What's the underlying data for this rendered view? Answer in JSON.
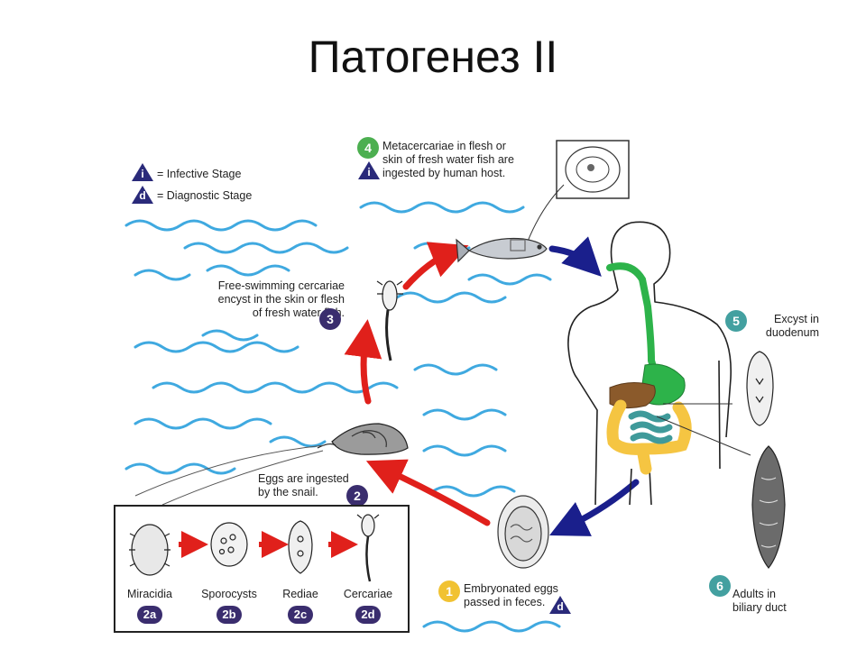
{
  "title": "Патогенез II",
  "legend": {
    "infective_symbol": "i",
    "infective_text": "= Infective Stage",
    "diagnostic_symbol": "d",
    "diagnostic_text": "= Diagnostic Stage"
  },
  "steps": {
    "s1": {
      "num": "1",
      "text": "Embryonated eggs\npassed in feces."
    },
    "s2": {
      "num": "2",
      "text": "Eggs are ingested\nby the snail."
    },
    "s3": {
      "num": "3",
      "text": "Free-swimming cercariae\nencyst in the skin or flesh\nof fresh water fish."
    },
    "s4": {
      "num": "4",
      "text": "Metacercariae in flesh or\nskin of fresh water fish are\ningested by human host."
    },
    "s5": {
      "num": "5",
      "text": "Excyst in\nduodenum"
    },
    "s6": {
      "num": "6",
      "text": "Adults in\nbiliary duct"
    }
  },
  "snail_stages": [
    {
      "label": "Miracidia",
      "badge": "2a"
    },
    {
      "label": "Sporocysts",
      "badge": "2b"
    },
    {
      "label": "Rediae",
      "badge": "2c"
    },
    {
      "label": "Cercariae",
      "badge": "2d"
    }
  ],
  "colors": {
    "cycle_arrow_red": "#e0201b",
    "cycle_arrow_blue": "#1a1f8c",
    "water": "#3fa9e0",
    "badge_purple": "#3a2d6e",
    "badge_green": "#4caf50",
    "badge_teal": "#43a0a0",
    "badge_yellow": "#f1c232",
    "esophagus_green": "#2db34a",
    "liver_brown": "#8b5a2b",
    "intestine_yellow": "#f5c542",
    "small_intestine_teal": "#3f9a9a"
  }
}
